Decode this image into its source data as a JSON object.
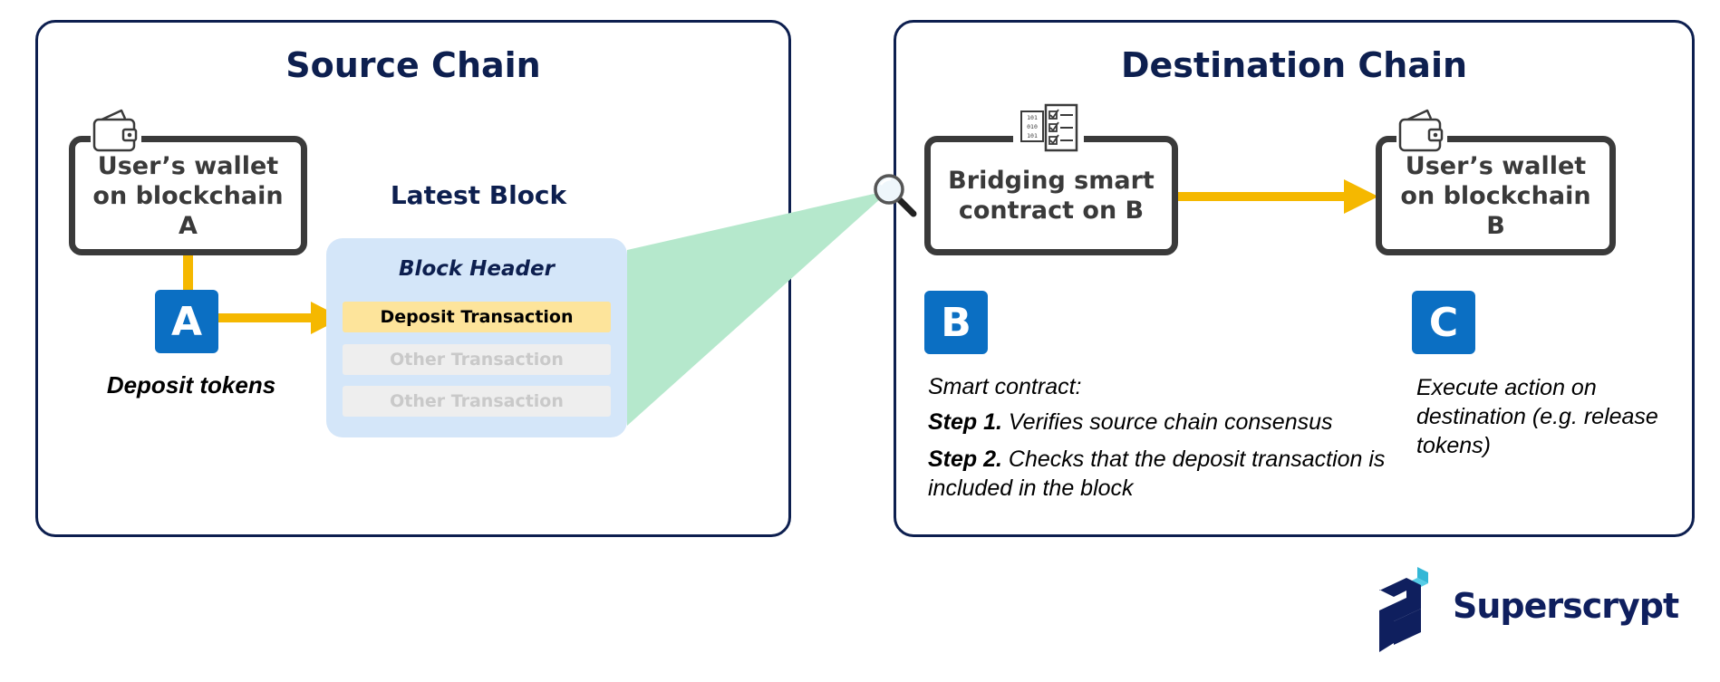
{
  "source": {
    "title": "Source Chain",
    "wallet_label": "User’s wallet on blockchain A",
    "latest_block": "Latest Block",
    "block_header": "Block Header",
    "transactions": [
      "Deposit Transaction",
      "Other Transaction",
      "Other Transaction"
    ],
    "step_badge": "A",
    "step_caption": "Deposit tokens"
  },
  "destination": {
    "title": "Destination Chain",
    "contract_label": "Bridging smart contract on B",
    "wallet_label": "User’s wallet on blockchain B",
    "badge_b": "B",
    "badge_c": "C",
    "smart_contract_heading": "Smart contract:",
    "step1_label": "Step 1.",
    "step1_text": " Verifies source chain consensus",
    "step2_label": "Step 2.",
    "step2_text": " Checks that the deposit transaction is included in the block",
    "execute_text": "Execute action on destination (e.g. release tokens)"
  },
  "brand": {
    "name": "Superscrypt"
  },
  "colors": {
    "navy": "#0d1f4f",
    "badge_blue": "#0b6fc3",
    "arrow_yellow": "#f5b800",
    "block_bg": "#d4e6f9",
    "deposit_row": "#fde49b",
    "other_row": "#eeeeee",
    "beam_green": "#b5e8cc"
  },
  "icons": [
    "wallet-icon",
    "checklist-icon",
    "magnifier-icon",
    "superscrypt-logo"
  ]
}
